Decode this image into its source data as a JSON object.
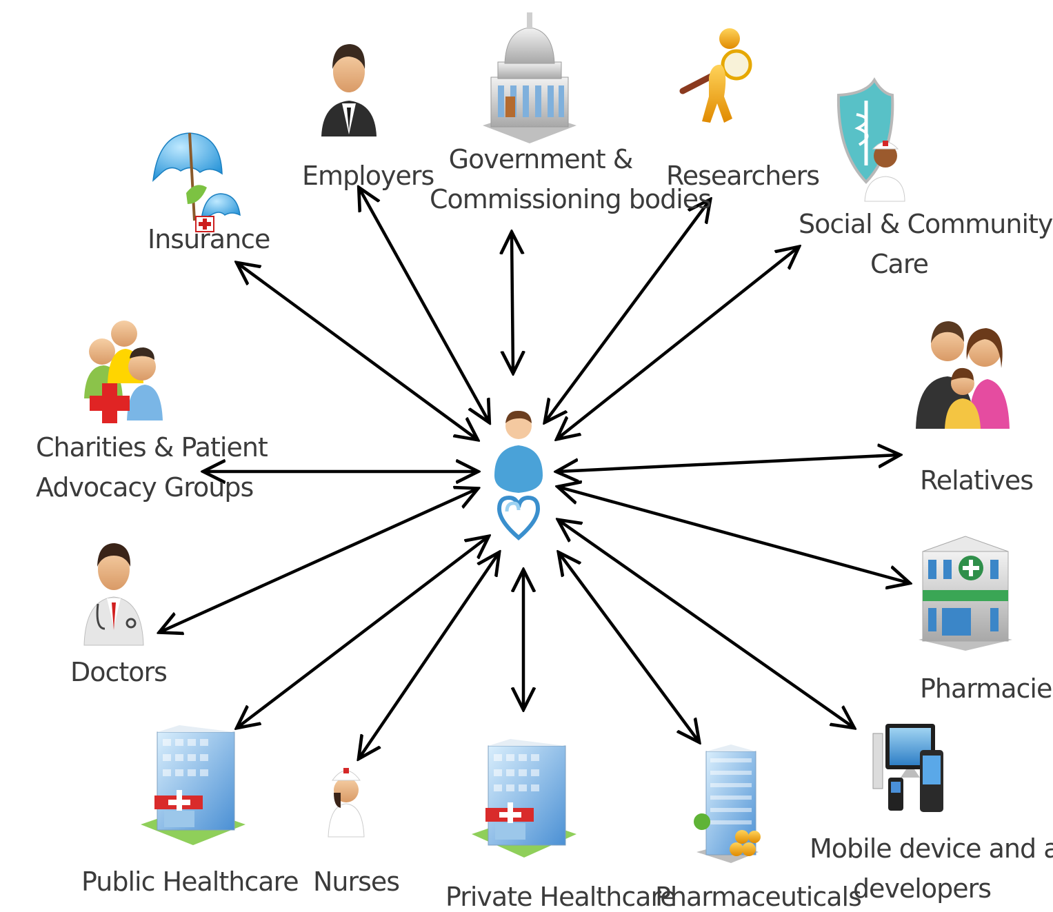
{
  "center": {
    "icon": "patient-heart-icon"
  },
  "stakeholders": [
    {
      "id": "insurance",
      "icon": "umbrella-insurance-icon",
      "lines": [
        "Insurance"
      ]
    },
    {
      "id": "employers",
      "icon": "businessman-icon",
      "lines": [
        "Employers"
      ]
    },
    {
      "id": "government",
      "icon": "government-building-icon",
      "lines": [
        "Government &",
        "Commissioning bodies"
      ]
    },
    {
      "id": "researchers",
      "icon": "researcher-magnifier-icon",
      "lines": [
        "Researchers"
      ]
    },
    {
      "id": "social-care",
      "icon": "nurse-shield-icon",
      "lines": [
        "Social & Community",
        "Care"
      ]
    },
    {
      "id": "charities",
      "icon": "patient-group-cross-icon",
      "lines": [
        "Charities & Patient",
        "Advocacy Groups"
      ]
    },
    {
      "id": "relatives",
      "icon": "family-icon",
      "lines": [
        "Relatives"
      ]
    },
    {
      "id": "doctors",
      "icon": "doctor-icon",
      "lines": [
        "Doctors"
      ]
    },
    {
      "id": "pharmacies",
      "icon": "pharmacy-building-icon",
      "lines": [
        "Pharmacies"
      ]
    },
    {
      "id": "public-healthcare",
      "icon": "hospital-icon",
      "lines": [
        "Public Healthcare"
      ]
    },
    {
      "id": "nurses",
      "icon": "nurse-icon",
      "lines": [
        "Nurses"
      ]
    },
    {
      "id": "private-healthcare",
      "icon": "hospital-icon",
      "lines": [
        "Private Healthcare"
      ]
    },
    {
      "id": "pharmaceuticals",
      "icon": "office-tower-icon",
      "lines": [
        "Pharmaceuticals"
      ]
    },
    {
      "id": "mobile-developers",
      "icon": "devices-icon",
      "lines": [
        "Mobile device and app",
        "developers"
      ]
    }
  ]
}
